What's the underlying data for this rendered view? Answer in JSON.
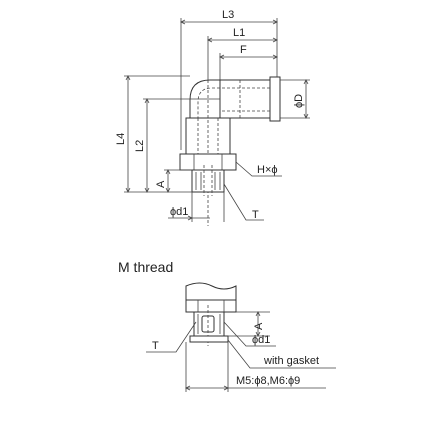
{
  "labels": {
    "L3": "L3",
    "L1": "L1",
    "F": "F",
    "L4": "L4",
    "L2": "L2",
    "A": "A",
    "D": "ϕD",
    "Hphi": "H×ϕ",
    "d1": "ϕd1",
    "T": "T"
  },
  "mthread": {
    "title": "M thread",
    "A": "A",
    "d1": "ϕd1",
    "T": "T",
    "gasket": "with gasket",
    "sizes": "M5:ϕ8,M6:ϕ9"
  }
}
